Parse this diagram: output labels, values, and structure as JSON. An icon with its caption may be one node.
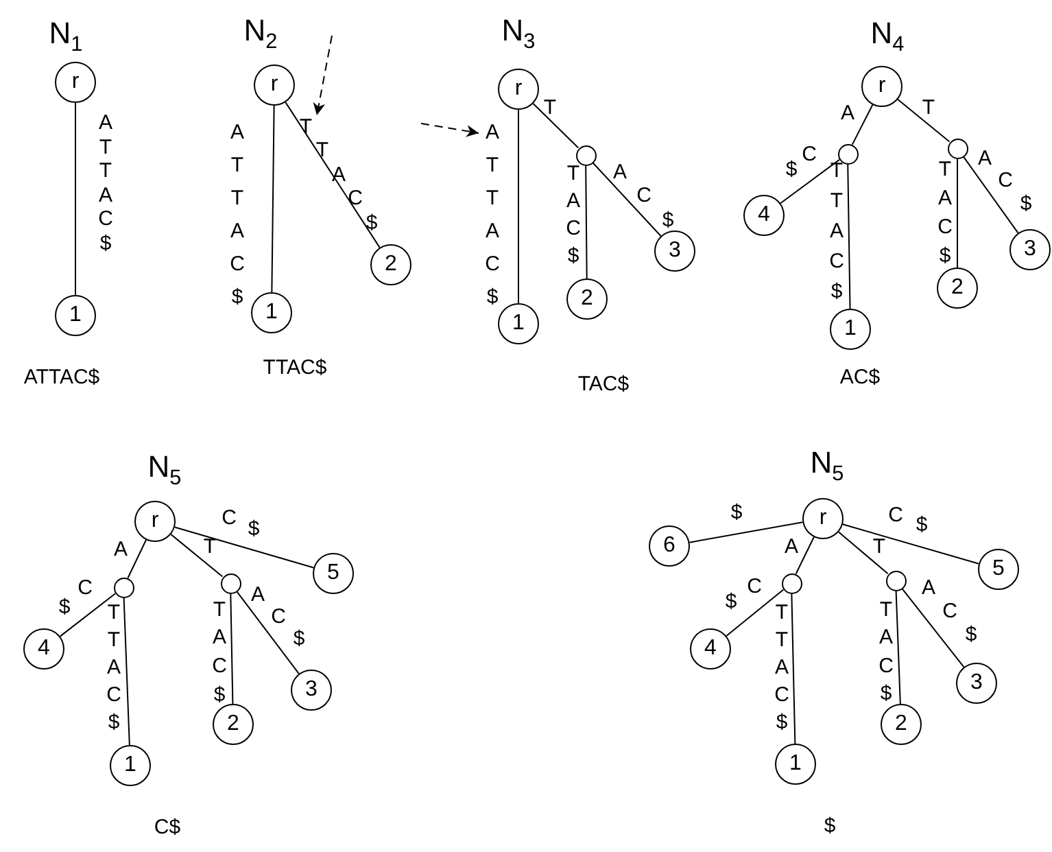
{
  "diagram": {
    "nodes": [
      {
        "text": [
          "r"
        ]
      },
      {
        "text": [
          "1"
        ]
      },
      {
        "text": [
          "r"
        ]
      },
      {
        "text": [
          "1"
        ]
      },
      {
        "text": [
          "2"
        ]
      },
      {
        "text": [
          "r"
        ]
      },
      {
        "text": [
          "1"
        ]
      },
      {
        "text": [],
        "shape": "circle"
      },
      {
        "text": [
          "2"
        ]
      },
      {
        "text": [
          "3"
        ]
      },
      {
        "text": [
          "r"
        ]
      },
      {
        "text": [],
        "shape": "circle"
      },
      {
        "text": [],
        "shape": "circle"
      },
      {
        "text": [
          "4"
        ]
      },
      {
        "text": [
          "1"
        ]
      },
      {
        "text": [
          "2"
        ]
      },
      {
        "text": [
          "3"
        ]
      },
      {
        "text": [
          "r"
        ]
      },
      {
        "text": [],
        "shape": "circle"
      },
      {
        "text": [],
        "shape": "circle"
      },
      {
        "text": [
          "5"
        ]
      },
      {
        "text": [
          "4"
        ]
      },
      {
        "text": [
          "1"
        ]
      },
      {
        "text": [
          "2"
        ]
      },
      {
        "text": [
          "3"
        ]
      },
      {
        "text": [
          "r"
        ]
      },
      {
        "text": [
          "6"
        ]
      },
      {
        "text": [],
        "shape": "circle"
      },
      {
        "text": [],
        "shape": "circle"
      },
      {
        "text": [
          "5"
        ]
      },
      {
        "text": [
          "4"
        ]
      },
      {
        "text": [
          "1"
        ]
      },
      {
        "text": [
          "2"
        ]
      },
      {
        "text": [
          "3"
        ]
      }
    ],
    "edges": [
      {
        "from": 0,
        "to": 1,
        "arrow": "none",
        "label": "ATTAC$"
      },
      {
        "from": 2,
        "to": 3,
        "arrow": "none",
        "label": "ATTAC$"
      },
      {
        "from": 2,
        "to": 4,
        "arrow": "none",
        "label": "TTAC$"
      },
      {
        "from": 5,
        "to": 6,
        "arrow": "none",
        "label": "ATTAC$"
      },
      {
        "from": 5,
        "to": 7,
        "arrow": "none",
        "label": "T"
      },
      {
        "from": 7,
        "to": 8,
        "arrow": "none",
        "label": "TAC$"
      },
      {
        "from": 7,
        "to": 9,
        "arrow": "none",
        "label": "AC$"
      },
      {
        "from": 10,
        "to": 11,
        "arrow": "none",
        "label": "A"
      },
      {
        "from": 10,
        "to": 12,
        "arrow": "none",
        "label": "T"
      },
      {
        "from": 11,
        "to": 13,
        "arrow": "none",
        "label": "C$"
      },
      {
        "from": 11,
        "to": 14,
        "arrow": "none",
        "label": "TTAC$"
      },
      {
        "from": 12,
        "to": 15,
        "arrow": "none",
        "label": "TAC$"
      },
      {
        "from": 12,
        "to": 16,
        "arrow": "none",
        "label": "AC$"
      },
      {
        "from": 17,
        "to": 18,
        "arrow": "none",
        "label": "A"
      },
      {
        "from": 17,
        "to": 19,
        "arrow": "none",
        "label": "T"
      },
      {
        "from": 17,
        "to": 20,
        "arrow": "none",
        "label": "C $"
      },
      {
        "from": 18,
        "to": 21,
        "arrow": "none",
        "label": "C$"
      },
      {
        "from": 18,
        "to": 22,
        "arrow": "none",
        "label": "TTAC$"
      },
      {
        "from": 19,
        "to": 23,
        "arrow": "none",
        "label": "TAC$"
      },
      {
        "from": 19,
        "to": 24,
        "arrow": "none",
        "label": "AC$"
      },
      {
        "from": 25,
        "to": 26,
        "arrow": "none",
        "label": "$"
      },
      {
        "from": 25,
        "to": 27,
        "arrow": "none",
        "label": "A"
      },
      {
        "from": 25,
        "to": 28,
        "arrow": "none",
        "label": "T"
      },
      {
        "from": 25,
        "to": 29,
        "arrow": "none",
        "label": "C $"
      },
      {
        "from": 27,
        "to": 30,
        "arrow": "none",
        "label": "C$"
      },
      {
        "from": 27,
        "to": 31,
        "arrow": "none",
        "label": "TTAC$"
      },
      {
        "from": 28,
        "to": 32,
        "arrow": "none",
        "label": "TAC$"
      },
      {
        "from": 28,
        "to": 33,
        "arrow": "none",
        "label": "AC$"
      }
    ],
    "labels": [
      "N$_{1}$",
      "N$_{2}$",
      "N$_{3}$",
      "N$_{4}$",
      "ATTAC$",
      "TTAC$",
      "TAC$",
      "AC$",
      "N$_{5}$",
      "N$_{5}$",
      "C$",
      "$"
    ]
  }
}
